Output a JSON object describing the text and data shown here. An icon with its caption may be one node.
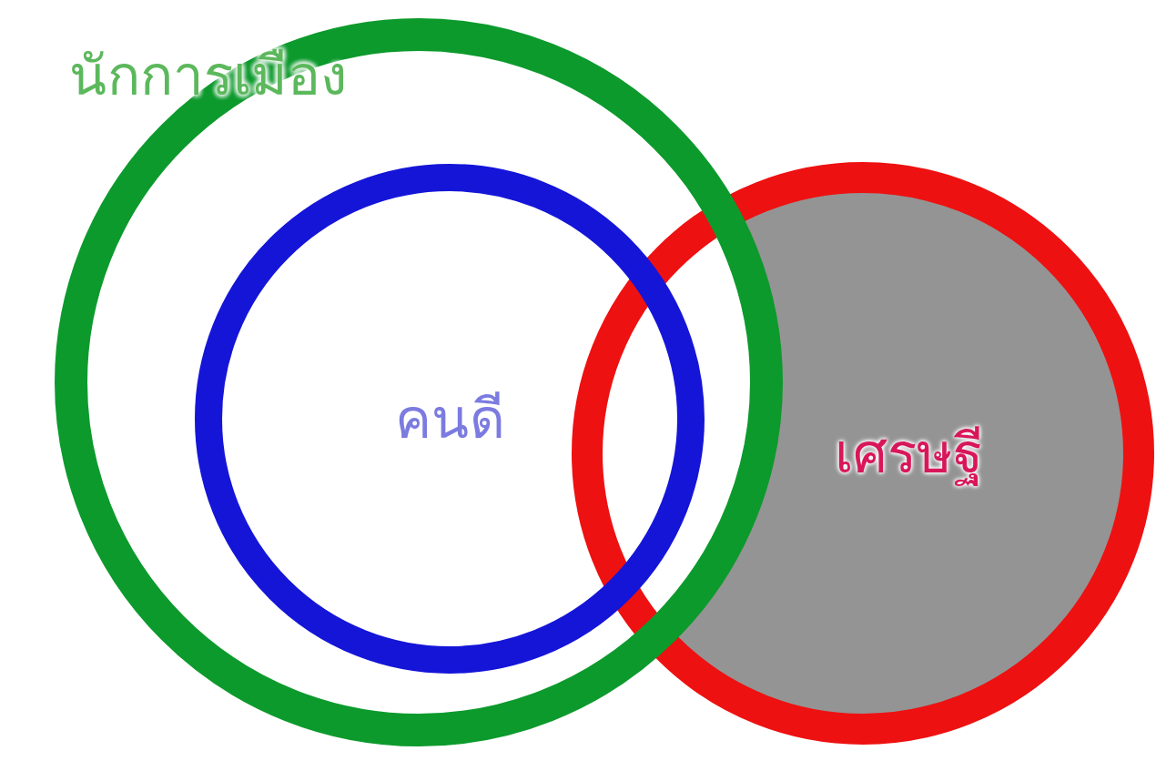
{
  "diagram": {
    "nodes": [
      {
        "text": [
          "นักการเมือง"
        ]
      },
      {
        "text": [
          "คนดี"
        ],
        "in": 0
      },
      {
        "text": [
          "เศรษฐี"
        ]
      }
    ],
    "edges": []
  }
}
